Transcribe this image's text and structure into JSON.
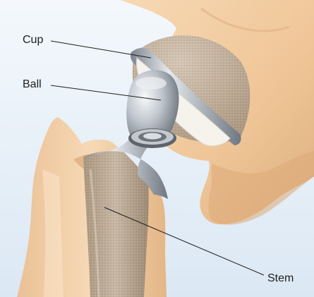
{
  "labels": {
    "cup": "Cup",
    "ball": "Ball",
    "stem": "Stem"
  },
  "colors": {
    "background": "#e6eff7",
    "bone": "#f2cfa5",
    "bone_shadow": "#d8a97a",
    "metal": "#b9bfc6",
    "metal_dark": "#7e868f",
    "liner": "#f3f1ea",
    "porous_coating": "#b3a18e"
  }
}
